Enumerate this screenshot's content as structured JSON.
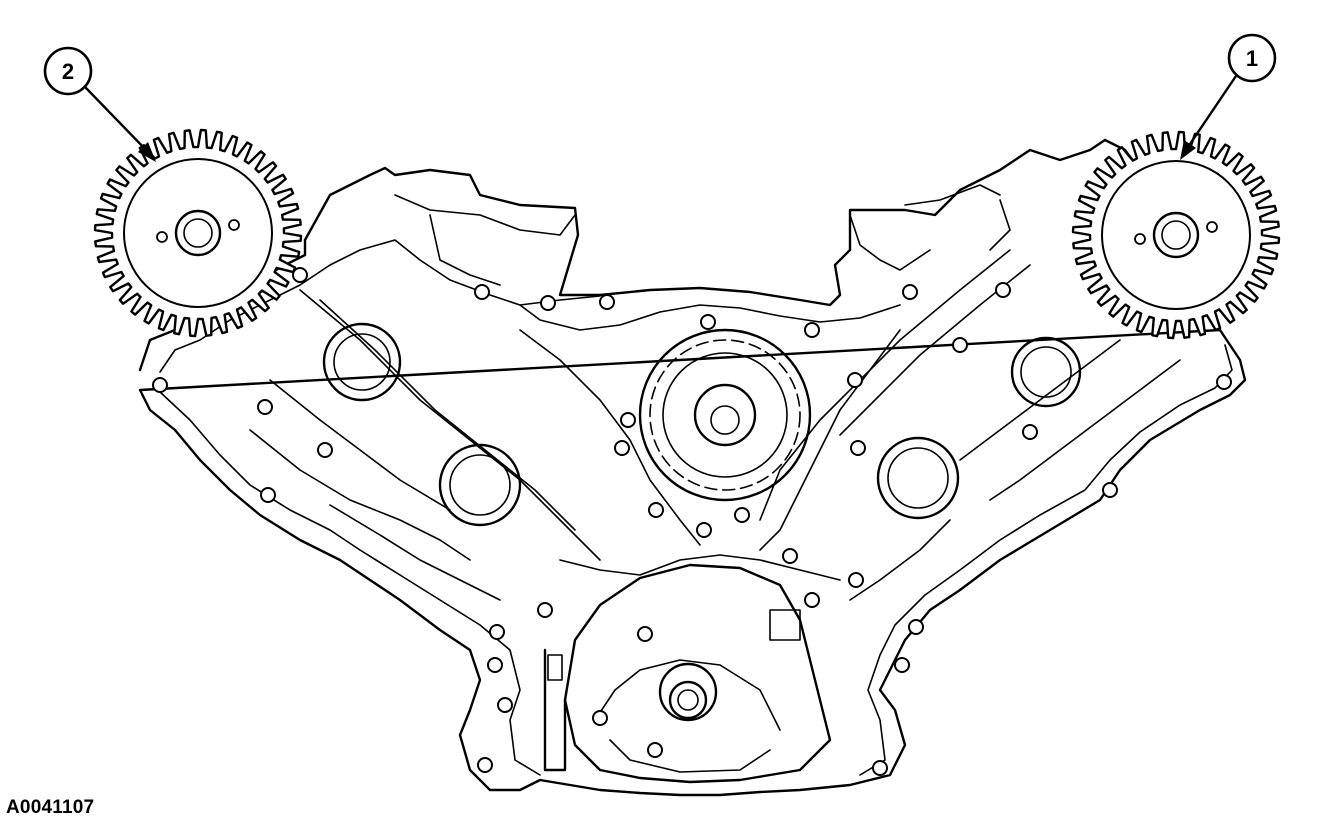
{
  "figure": {
    "id_label": "A0041107"
  },
  "callouts": [
    {
      "number": "1"
    },
    {
      "number": "2"
    }
  ]
}
